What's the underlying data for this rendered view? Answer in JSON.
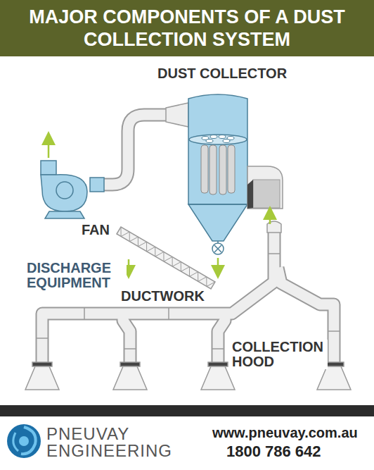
{
  "diagram": {
    "title": "MAJOR COMPONENTS OF A DUST COLLECTION SYSTEM",
    "labels": [
      "DUST COLLECTOR",
      "FAN",
      "DISCHARGE EQUIPMENT",
      "DUCTWORK",
      "COLLECTION HOOD",
      "PNEUVAY ENGINEERING",
      "www.pneuvay.com.au",
      "1800 786 642"
    ]
  }
}
